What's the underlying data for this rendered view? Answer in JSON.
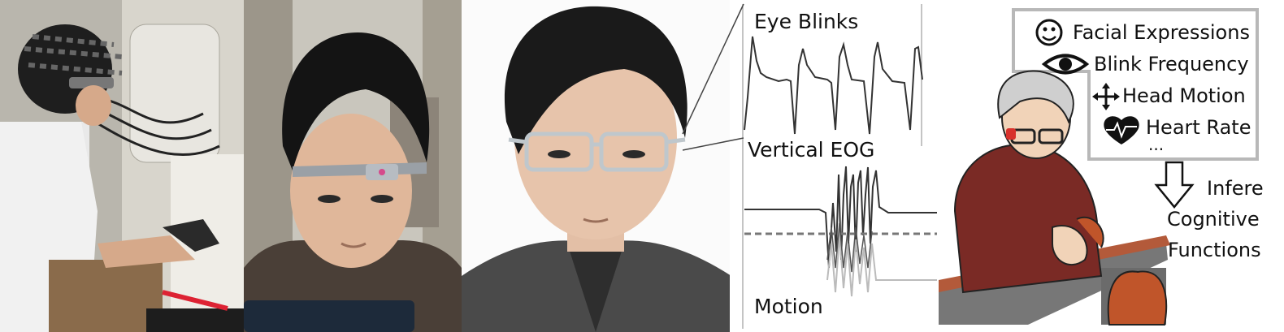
{
  "signal_panel": {
    "eye_blinks_label": "Eye Blinks",
    "vertical_eog_label": "Vertical EOG",
    "motion_label": "Motion"
  },
  "features_panel": {
    "items": [
      {
        "label": "Facial Expressions",
        "icon": "smiley-face-icon"
      },
      {
        "label": "Blink Frequency",
        "icon": "eye-icon"
      },
      {
        "label": "Head Motion",
        "icon": "four-way-arrows-icon"
      },
      {
        "label": "Heart Rate",
        "icon": "heart-pulse-icon"
      }
    ],
    "ellipsis": "...",
    "infer_line1": "Infere",
    "infer_line2": "Cognitive",
    "infer_line3": "Functions"
  },
  "colors": {
    "signal_line": "#333333",
    "box_border": "#b8b8b8",
    "sweater": "#7a2a25",
    "clay": "#c0552a",
    "table": "#6b6b6b",
    "glasses_led": "#d8322c"
  }
}
